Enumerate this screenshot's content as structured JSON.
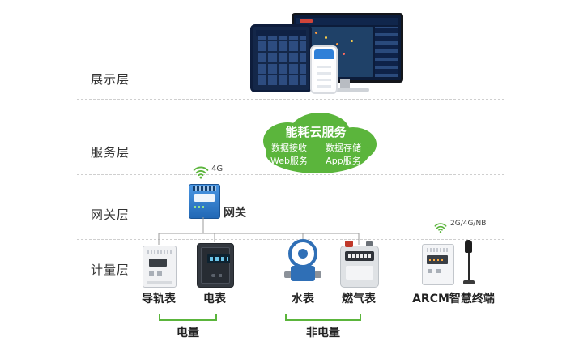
{
  "layers": [
    {
      "label": "展示层"
    },
    {
      "label": "服务层"
    },
    {
      "label": "网关层"
    },
    {
      "label": "计量层"
    }
  ],
  "cloud": {
    "title": "能耗云服务",
    "left_items": [
      "数据接收",
      "Web服务"
    ],
    "right_items": [
      "数据存储",
      "App服务"
    ]
  },
  "gateway": {
    "label": "网关",
    "wireless_label": "4G"
  },
  "devices": [
    {
      "label": "导轨表"
    },
    {
      "label": "电表"
    },
    {
      "label": "水表"
    },
    {
      "label": "燃气表"
    },
    {
      "label": "ARCM智慧终端",
      "wireless_label": "2G/4G/NB"
    }
  ],
  "groups": {
    "electric": "电量",
    "non_electric": "非电量"
  },
  "icons": {
    "wifi": "wifi-signal",
    "antenna": "external-antenna"
  },
  "colors": {
    "accent_green": "#5bb53c",
    "connector_gray": "#9b9b9b",
    "separator_gray": "#cfcfcf",
    "gateway_blue": "#2268b5",
    "water_meter_blue": "#2f6fb6"
  }
}
